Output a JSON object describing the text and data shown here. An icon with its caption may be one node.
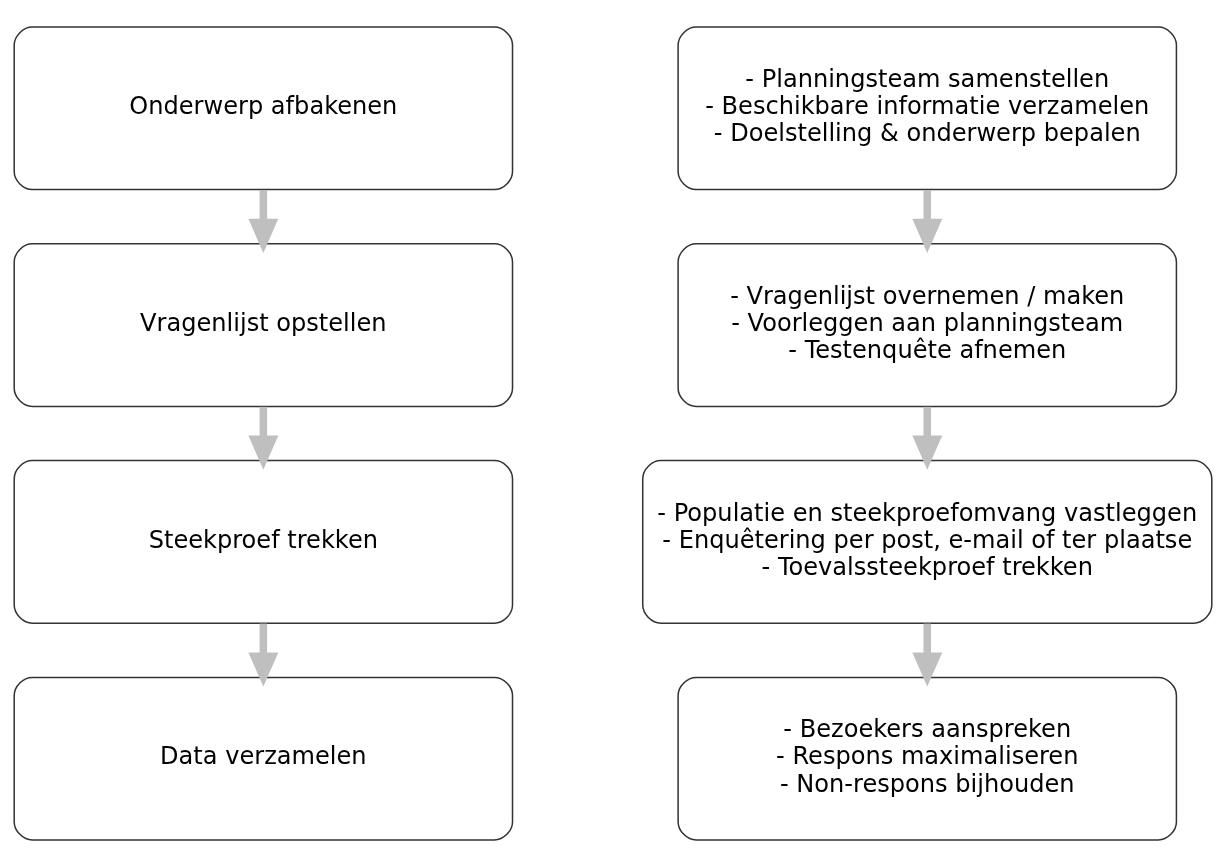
{
  "diagram": {
    "nodes": [
      {
        "text": [
          "Onderwerp afbakenen"
        ]
      },
      {
        "text": [
          "Vragenlijst opstellen"
        ]
      },
      {
        "text": [
          "Steekproef trekken"
        ]
      },
      {
        "text": [
          "Data verzamelen"
        ]
      },
      {
        "text": [
          "- Planningsteam samenstellen - Beschikbare informatie verzamelen - Doelstelling & onderwerp bepalen"
        ]
      },
      {
        "text": [
          "- Vragenlijst overnemen / maken - Voorleggen aan planningsteam - Testenquête afnemen"
        ]
      },
      {
        "text": [
          "- Populatie en steekproefomvang vastleggen - Enquêtering per post, e-mail of ter plaatse - Toevalssteekproef trekken"
        ]
      },
      {
        "text": [
          "- Bezoekers aanspreken - Respons maximaliseren - Non-respons bijhouden"
        ]
      }
    ],
    "edges": [
      {
        "from": 0,
        "to": 1,
        "arrow": "to"
      },
      {
        "from": 1,
        "to": 2,
        "arrow": "to"
      },
      {
        "from": 2,
        "to": 3,
        "arrow": "to"
      },
      {
        "from": 4,
        "to": 5,
        "arrow": "to"
      },
      {
        "from": 5,
        "to": 6,
        "arrow": "to"
      },
      {
        "from": 6,
        "to": 7,
        "arrow": "to"
      }
    ]
  }
}
